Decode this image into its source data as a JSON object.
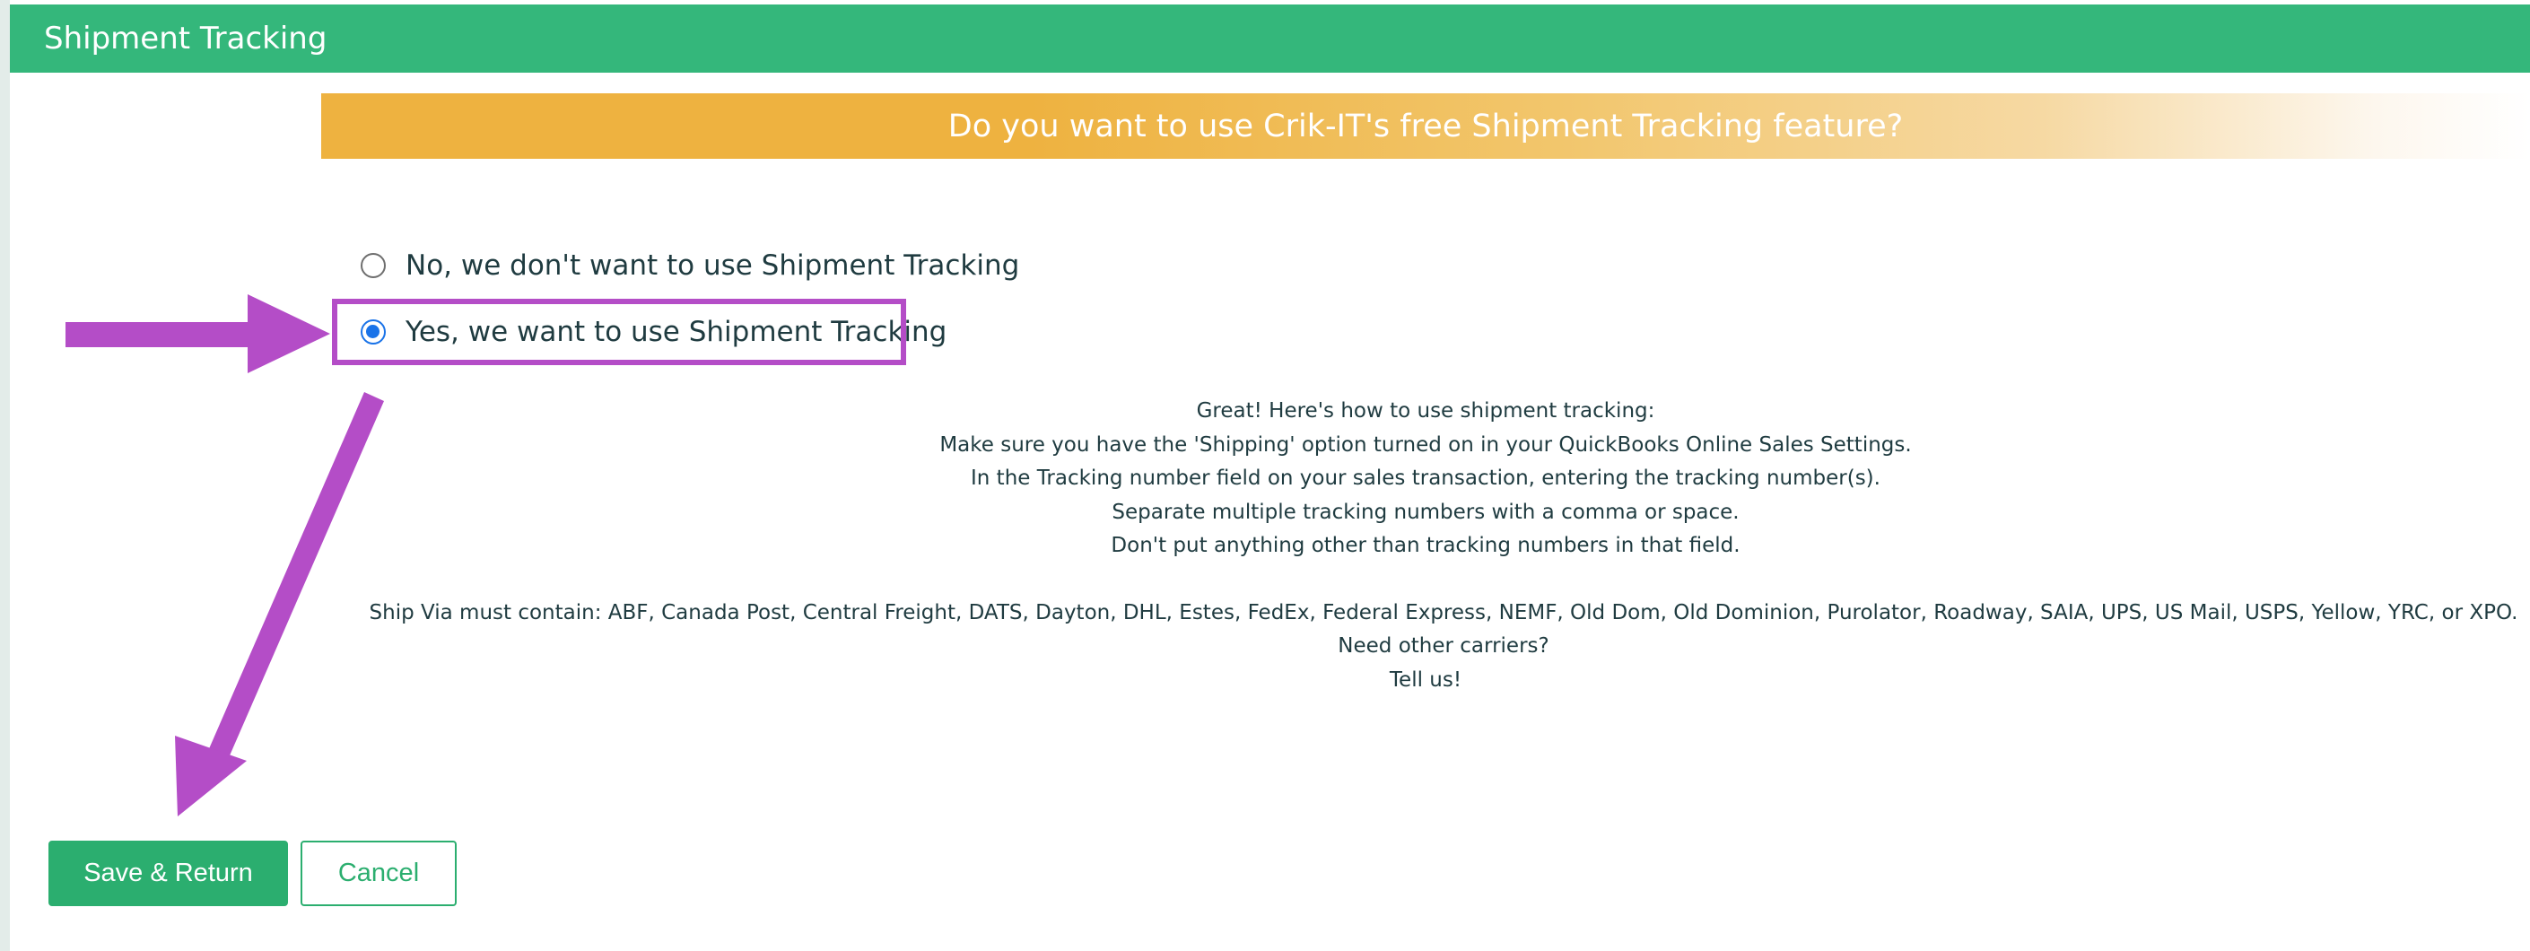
{
  "header": {
    "title": "Shipment Tracking"
  },
  "banner": {
    "question": "Do you want to use Crik-IT's free Shipment Tracking feature?"
  },
  "options": [
    {
      "label": "No, we don't want to use Shipment Tracking",
      "selected": false
    },
    {
      "label": "Yes, we want to use Shipment Tracking",
      "selected": true
    }
  ],
  "instructions": {
    "lines": [
      "Great! Here's how to use shipment tracking:",
      "Make sure you have the 'Shipping' option turned on in your QuickBooks Online Sales Settings.",
      "In the Tracking number field on your sales transaction, entering the tracking number(s).",
      "Separate multiple tracking numbers with a comma or space.",
      "Don't put anything other than tracking numbers in that field."
    ],
    "carriers": "Ship Via must contain: ABF, Canada Post, Central Freight, DATS, Dayton, DHL, Estes, FedEx, Federal Express, NEMF, Old Dom, Old Dominion, Purolator, Roadway, SAIA, UPS, US Mail, USPS, Yellow, YRC, or XPO. Need other carriers?",
    "tell_us": "Tell us!"
  },
  "buttons": {
    "save": "Save & Return",
    "cancel": "Cancel"
  },
  "colors": {
    "header_green": "#34b77b",
    "banner_orange": "#eeb240",
    "button_green": "#2bae6f",
    "annotation_purple": "#b44dc7",
    "radio_blue": "#1a73e8"
  }
}
